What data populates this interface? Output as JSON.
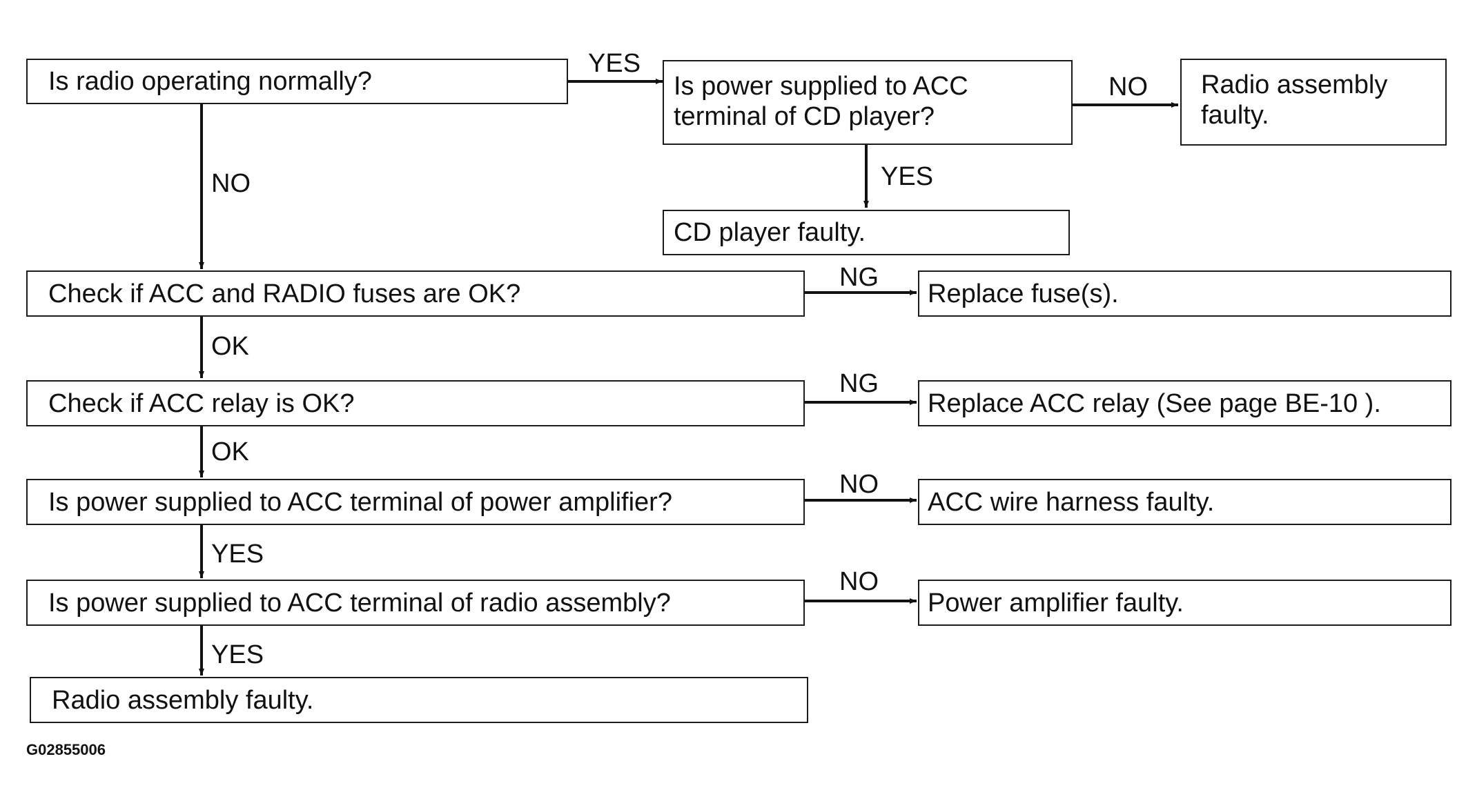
{
  "nodes": {
    "q_radio_normal": "Is radio operating normally?",
    "q_power_cd": "Is power supplied to ACC terminal of CD player?",
    "r_radio_faulty_top": "Radio assembly faulty.",
    "r_cd_faulty": "CD player faulty.",
    "q_fuses": "Check if ACC and RADIO fuses are OK?",
    "r_replace_fuse": "Replace fuse(s).",
    "q_relay": "Check if ACC relay is OK?",
    "r_replace_relay": "Replace ACC relay (See page BE-10 ).",
    "q_power_amp": "Is power supplied to ACC terminal of power amplifier?",
    "r_harness": "ACC wire harness faulty.",
    "q_power_radio": "Is power supplied to ACC terminal of radio assembly?",
    "r_amp_faulty": "Power amplifier faulty.",
    "r_radio_faulty_bottom": "Radio assembly faulty."
  },
  "edges": {
    "radio_to_cd": "YES",
    "cd_to_radio_faulty": "NO",
    "cd_to_cd_faulty": "YES",
    "radio_to_fuses": "NO",
    "fuses_to_replace": "NG",
    "fuses_to_relay": "OK",
    "relay_to_replace": "NG",
    "relay_to_amp": "OK",
    "amp_to_harness": "NO",
    "amp_to_radio_power": "YES",
    "radio_power_to_amp_faulty": "NO",
    "radio_power_to_radio_faulty": "YES"
  },
  "figure_id": "G02855006"
}
